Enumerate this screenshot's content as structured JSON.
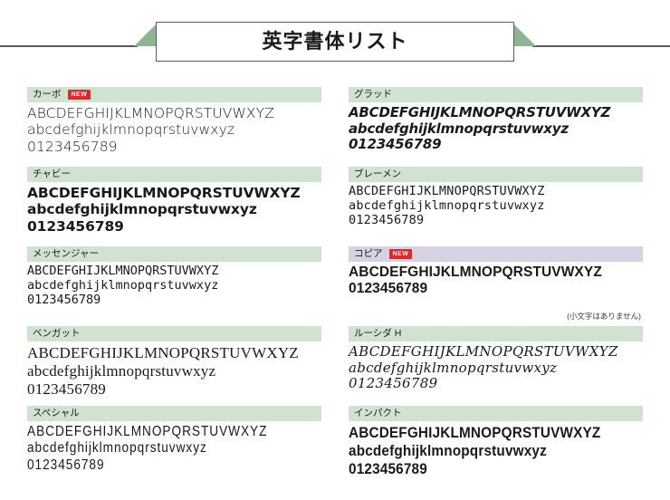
{
  "header": {
    "title": "英字書体リスト",
    "accent_color": "#8eb494",
    "rule_color": "#5b5b5b"
  },
  "badges": {
    "new_label": "NEW",
    "new_color": "#e8242a"
  },
  "colors": {
    "head_green": "#cfe3d0",
    "head_purple": "#d6d1e3"
  },
  "fonts": [
    {
      "name": "カーボ",
      "new": true,
      "head_style": "green",
      "uppercase": "ABCDEFGHIJKLMNOPQRSTUVWXYZ",
      "lowercase": "abcdefghijklmnopqrstuvwxyz",
      "digits": "0123456789",
      "note": ""
    },
    {
      "name": "グラッド",
      "new": false,
      "head_style": "green",
      "uppercase": "ABCDEFGHIJKLMNOPQRSTUVWXYZ",
      "lowercase": "abcdefghijklmnopqrstuvwxyz",
      "digits": "0123456789",
      "note": ""
    },
    {
      "name": "チャビー",
      "new": false,
      "head_style": "green",
      "uppercase": "ABCDEFGHIJKLMNOPQRSTUVWXYZ",
      "lowercase": "abcdefghijklmnopqrstuvwxyz",
      "digits": "0123456789",
      "note": ""
    },
    {
      "name": "ブレーメン",
      "new": false,
      "head_style": "green",
      "uppercase": "ABCDEFGHIJKLMNOPQRSTUVWXYZ",
      "lowercase": "abcdefghijklmnopqrstuvwxyz",
      "digits": "0123456789",
      "note": ""
    },
    {
      "name": "メッセンジャー",
      "new": false,
      "head_style": "green",
      "uppercase": "ABCDEFGHIJKLMNOPQRSTUVWXYZ",
      "lowercase": "abcdefghijklmnopqrstuvwxyz",
      "digits": "0123456789",
      "note": ""
    },
    {
      "name": "コピア",
      "new": true,
      "head_style": "purple",
      "uppercase": "ABCDEFGHIJKLMNOPQRSTUVWXYZ",
      "lowercase": "",
      "digits": "0123456789",
      "note": "(小文字はありません)"
    },
    {
      "name": "ベンガット",
      "new": false,
      "head_style": "green",
      "uppercase": "ABCDEFGHIJKLMNOPQRSTUVWXYZ",
      "lowercase": "abcdefghijklmnopqrstuvwxyz",
      "digits": "0123456789",
      "note": ""
    },
    {
      "name": "ルーシダ H",
      "new": false,
      "head_style": "green",
      "uppercase": "ABCDEFGHIJKLMNOPQRSTUVWXYZ",
      "lowercase": "abcdefghijklmnopqrstuvwxyz",
      "digits": "0123456789",
      "note": ""
    },
    {
      "name": "スペシャル",
      "new": false,
      "head_style": "green",
      "uppercase": "ABCDEFGHIJKLMNOPQRSTUVWXYZ",
      "lowercase": "abcdefghijklmnopqrstuvwxyz",
      "digits": "0123456789",
      "note": ""
    },
    {
      "name": "インパクト",
      "new": false,
      "head_style": "green",
      "uppercase": "ABCDEFGHIJKLMNOPQRSTUVWXYZ",
      "lowercase": "abcdefghijklmnopqrstuvwxyz",
      "digits": "0123456789",
      "note": ""
    }
  ]
}
